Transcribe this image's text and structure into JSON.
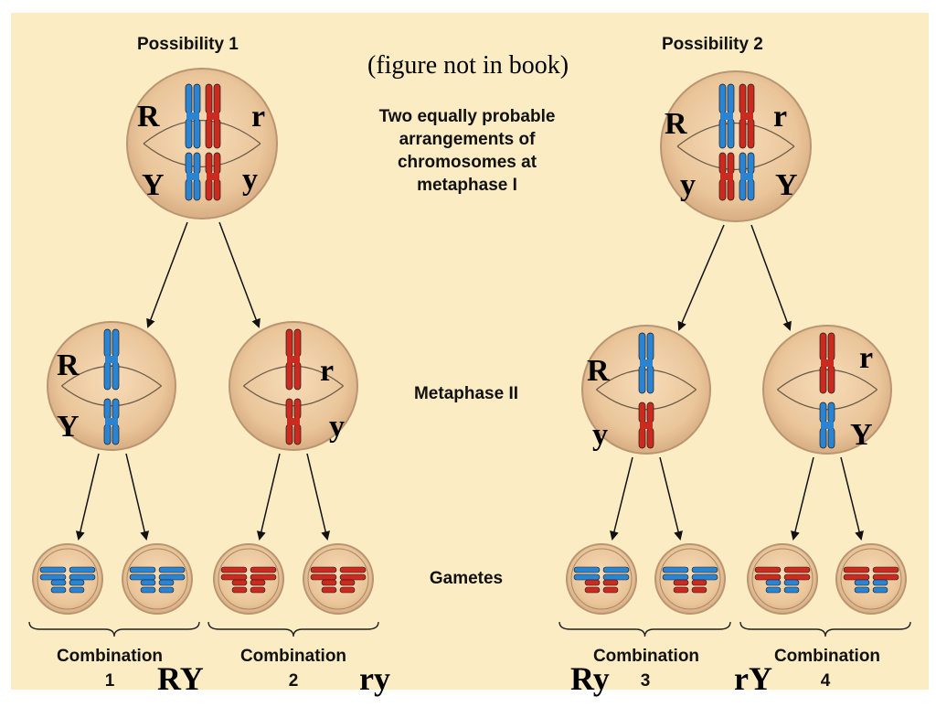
{
  "colors": {
    "background": "#fcecc4",
    "cell_fill": "#edc9a0",
    "cell_edge": "#b99572",
    "blue_chromosome": "#2a84d4",
    "red_chromosome": "#cc2a1e"
  },
  "headers": {
    "possibility_1": "Possibility 1",
    "possibility_2": "Possibility 2",
    "note": "(figure not in book)"
  },
  "center_labels": {
    "metaphase_i": [
      "Two equally probable",
      "arrangements of",
      "chromosomes at",
      "metaphase I"
    ],
    "metaphase_ii": "Metaphase II",
    "gametes": "Gametes"
  },
  "alleles": {
    "p1_top": [
      "R",
      "r",
      "Y",
      "y"
    ],
    "p2_top": [
      "R",
      "r",
      "y",
      "Y"
    ],
    "m2_cell_1": [
      "R",
      "Y"
    ],
    "m2_cell_2": [
      "r",
      "y"
    ],
    "m2_cell_3": [
      "R",
      "y"
    ],
    "m2_cell_4": [
      "r",
      "Y"
    ]
  },
  "combinations": [
    {
      "label": "Combination",
      "number": "1",
      "genotype": "RY"
    },
    {
      "label": "Combination",
      "number": "2",
      "genotype": "ry"
    },
    {
      "label": "Combination",
      "number": "3",
      "genotype": "Ry"
    },
    {
      "label": "Combination",
      "number": "4",
      "genotype": "rY"
    }
  ]
}
